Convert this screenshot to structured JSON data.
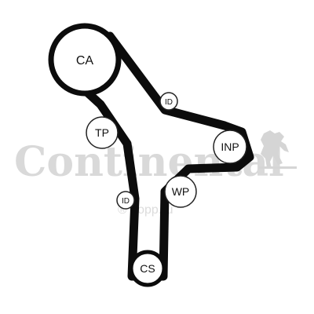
{
  "diagram": {
    "pulleys": {
      "ca": {
        "label": "CA"
      },
      "tp": {
        "label": "TP"
      },
      "id1": {
        "label": "ID"
      },
      "inp": {
        "label": "INP"
      },
      "wp": {
        "label": "WP"
      },
      "id2": {
        "label": "ID"
      },
      "cs": {
        "label": "CS"
      }
    }
  },
  "watermark": {
    "brand": "Continental",
    "sub": "® aopp.ru"
  },
  "colors": {
    "belt": "#0c0c0c",
    "pulley_stroke": "#222222",
    "watermark": "#d9d9d9"
  }
}
